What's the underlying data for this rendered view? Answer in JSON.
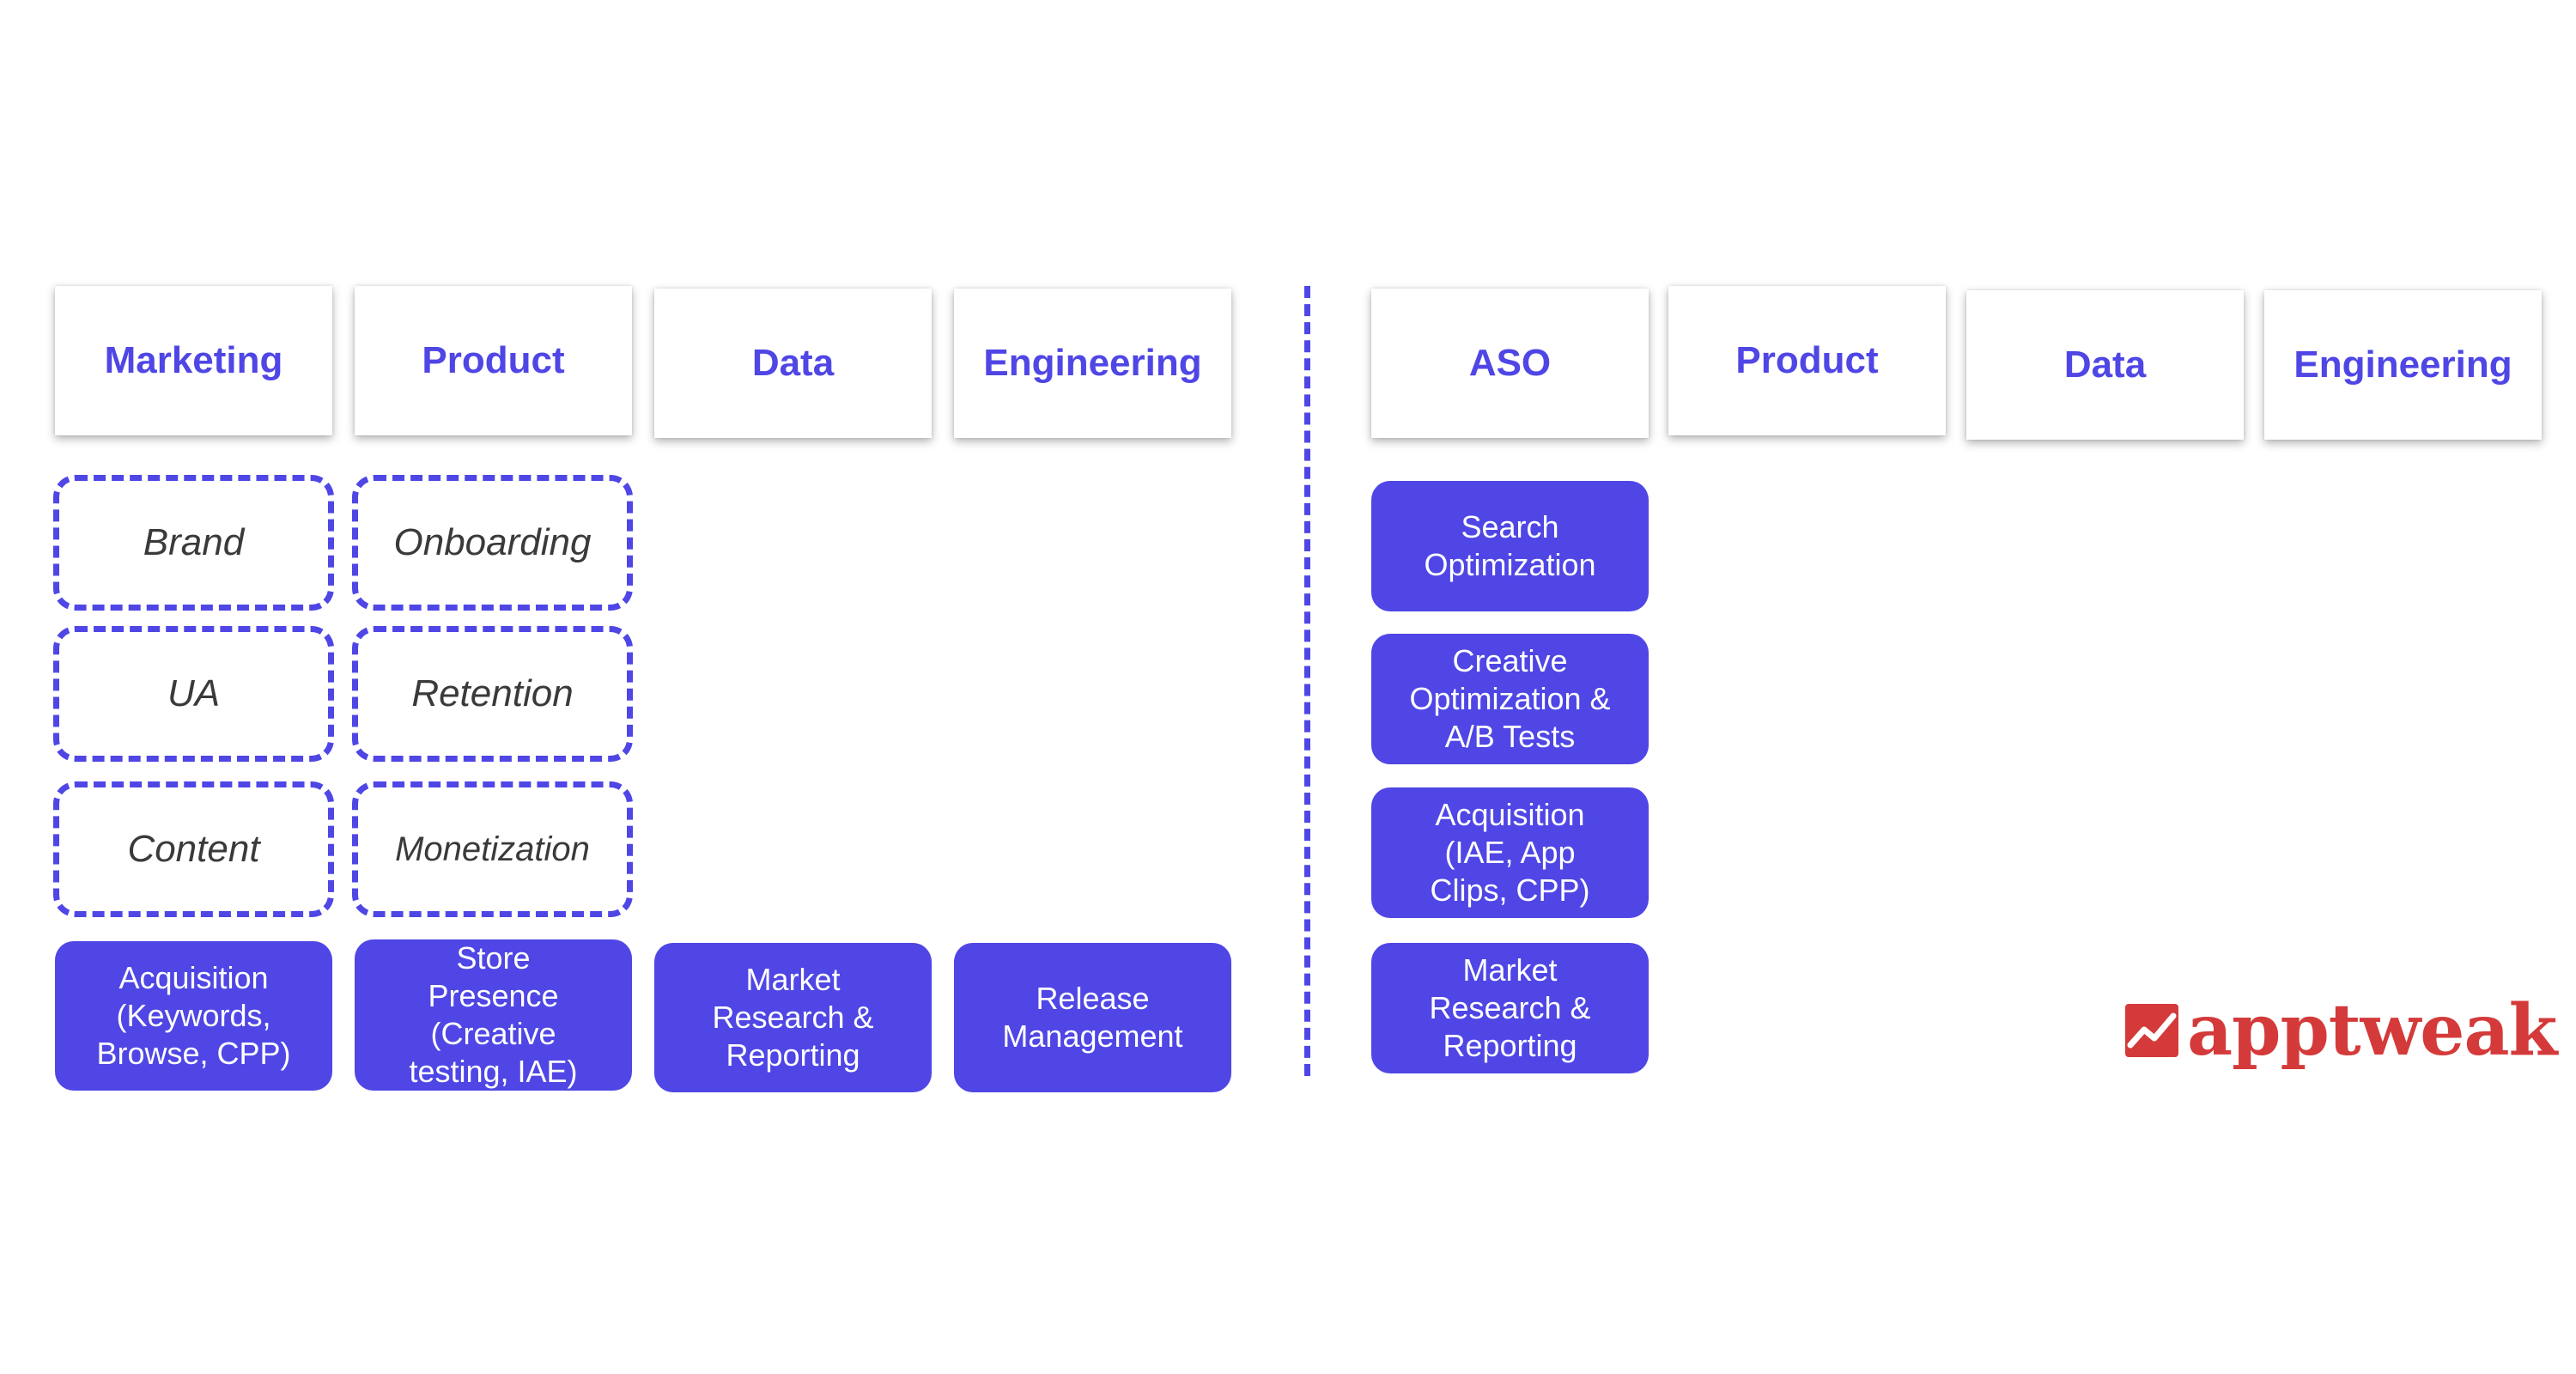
{
  "left": {
    "headers": [
      "Marketing",
      "Product",
      "Data",
      "Engineering"
    ],
    "marketing_dashed": [
      "Brand",
      "UA",
      "Content"
    ],
    "product_dashed": [
      "Onboarding",
      "Retention",
      "Monetization"
    ],
    "bottom": [
      "Acquisition\n(Keywords,\nBrowse, CPP)",
      "Store\nPresence\n(Creative\ntesting, IAE)",
      "Market\nResearch &\nReporting",
      "Release\nManagement"
    ]
  },
  "right": {
    "headers": [
      "ASO",
      "Product",
      "Data",
      "Engineering"
    ],
    "aso_items": [
      "Search\nOptimization",
      "Creative\nOptimization &\nA/B Tests",
      "Acquisition\n(IAE, App\nClips, CPP)",
      "Market\nResearch &\nReporting"
    ]
  },
  "logo": {
    "text": "apptweak",
    "color": "#d43a3a"
  },
  "colors": {
    "accent": "#4f46e5",
    "italic_text": "#3a3a3a"
  }
}
